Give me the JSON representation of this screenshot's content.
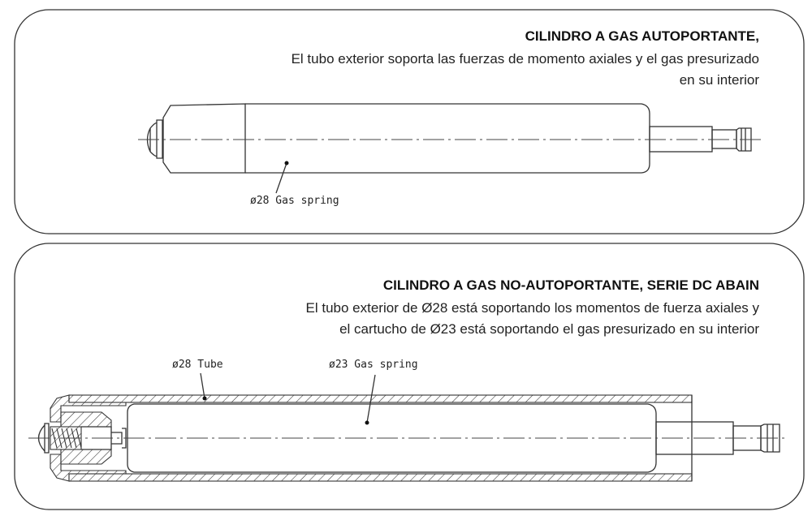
{
  "panels": [
    {
      "title": "CILINDRO A GAS AUTOPORTANTE,",
      "description_lines": [
        "El tubo exterior soporta las fuerzas de momento axiales y el gas presurizado",
        "en su interior"
      ],
      "callouts": [
        "ø28 Gas spring"
      ]
    },
    {
      "title": "CILINDRO A GAS NO-AUTOPORTANTE, SERIE DC ABAIN",
      "description_lines": [
        "El tubo exterior de Ø28 está soportando los momentos de fuerza axiales y",
        "el cartucho de Ø23 está soportando el gas presurizado en su interior"
      ],
      "callouts": [
        "ø28 Tube",
        "ø23 Gas spring"
      ]
    }
  ]
}
